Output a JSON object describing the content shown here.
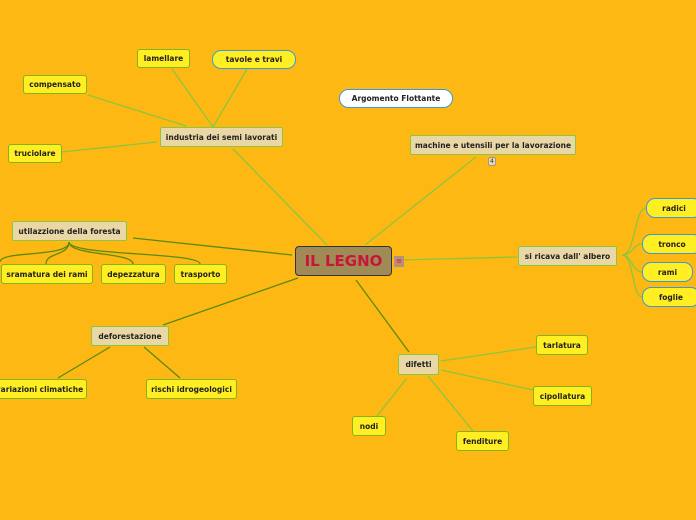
{
  "central": {
    "label": "IL LEGNO",
    "note_icon": "notes-icon"
  },
  "colors": {
    "background": "#fdb813",
    "central_text": "#c8163a",
    "link": "#8cc63f"
  },
  "floating": "Argomento Flottante",
  "branches": {
    "industria": {
      "label": "industria dei semi lavorati",
      "children": [
        "lamellare",
        "tavole e travi",
        "compensato",
        "truciolare"
      ]
    },
    "machine": {
      "label": "machine e utensili per la lavorazione",
      "collapsed_count": "4"
    },
    "albero": {
      "label": "si ricava dall' albero",
      "children": [
        "radici",
        "tronco",
        "rami",
        "foglie"
      ]
    },
    "foresta": {
      "label": "utilazzione della foresta",
      "children": [
        "sramatura dei rami",
        "depezzatura",
        "trasporto"
      ]
    },
    "deforestazione": {
      "label": "deforestazione",
      "children": [
        "variazioni climatiche",
        "rischi idrogeologici"
      ]
    },
    "difetti": {
      "label": "difetti",
      "children": [
        "tarlatura",
        "cipollatura",
        "nodi",
        "fenditure"
      ]
    }
  }
}
